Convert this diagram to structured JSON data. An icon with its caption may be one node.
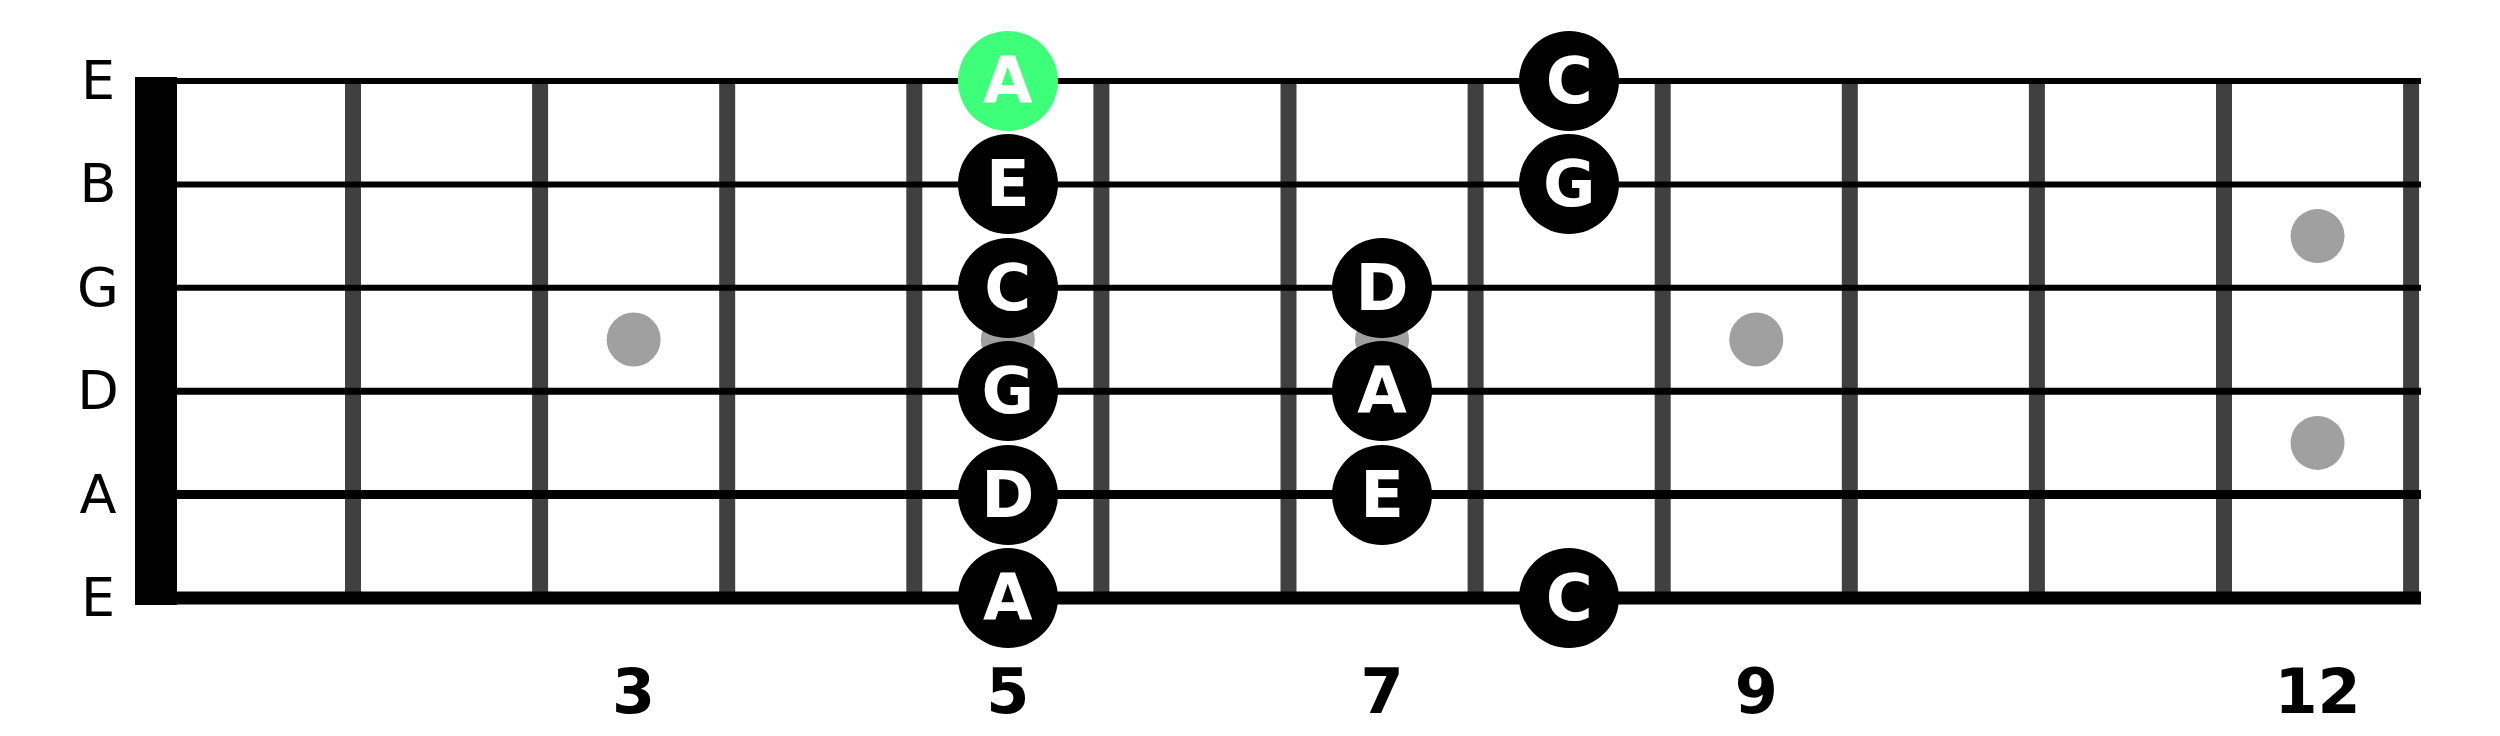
{
  "diagram": {
    "nodes": [
      {
        "text": [
          "A"
        ]
      },
      {
        "text": [
          "C"
        ]
      },
      {
        "text": [
          "E"
        ]
      },
      {
        "text": [
          "G"
        ]
      },
      {
        "text": [
          "C"
        ]
      },
      {
        "text": [
          "D"
        ]
      },
      {
        "text": [
          "G"
        ]
      },
      {
        "text": [
          "A"
        ]
      },
      {
        "text": [
          "D"
        ]
      },
      {
        "text": [
          "E"
        ]
      },
      {
        "text": [
          "A"
        ]
      },
      {
        "text": [
          "C"
        ]
      }
    ],
    "labels": [
      "E",
      "B",
      "G",
      "D",
      "A",
      "E",
      "3",
      "5",
      "7",
      "9",
      "12"
    ]
  }
}
